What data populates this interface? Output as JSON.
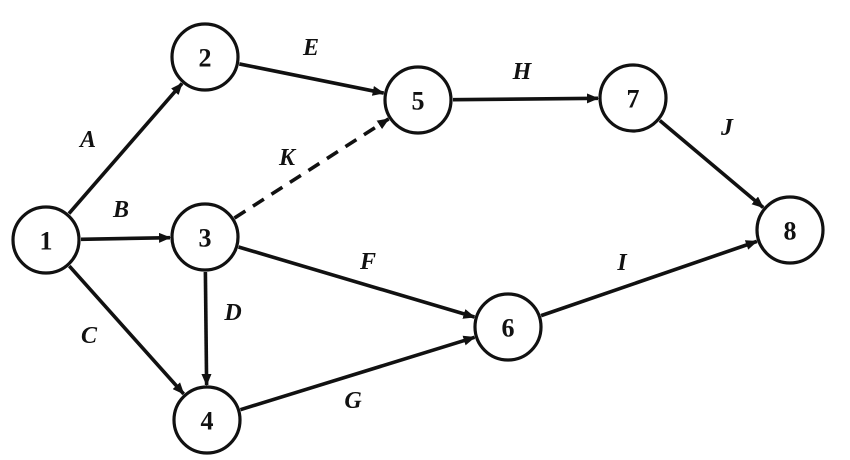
{
  "nodes": [
    {
      "id": "1",
      "label": "1"
    },
    {
      "id": "2",
      "label": "2"
    },
    {
      "id": "3",
      "label": "3"
    },
    {
      "id": "4",
      "label": "4"
    },
    {
      "id": "5",
      "label": "5"
    },
    {
      "id": "6",
      "label": "6"
    },
    {
      "id": "7",
      "label": "7"
    },
    {
      "id": "8",
      "label": "8"
    }
  ],
  "edges": [
    {
      "id": "A",
      "label": "A",
      "from": "1",
      "to": "2",
      "style": "solid"
    },
    {
      "id": "B",
      "label": "B",
      "from": "1",
      "to": "3",
      "style": "solid"
    },
    {
      "id": "C",
      "label": "C",
      "from": "1",
      "to": "4",
      "style": "solid"
    },
    {
      "id": "D",
      "label": "D",
      "from": "3",
      "to": "4",
      "style": "solid"
    },
    {
      "id": "E",
      "label": "E",
      "from": "2",
      "to": "5",
      "style": "solid"
    },
    {
      "id": "K",
      "label": "K",
      "from": "3",
      "to": "5",
      "style": "dashed"
    },
    {
      "id": "F",
      "label": "F",
      "from": "3",
      "to": "6",
      "style": "solid"
    },
    {
      "id": "G",
      "label": "G",
      "from": "4",
      "to": "6",
      "style": "solid"
    },
    {
      "id": "H",
      "label": "H",
      "from": "5",
      "to": "7",
      "style": "solid"
    },
    {
      "id": "J",
      "label": "J",
      "from": "7",
      "to": "8",
      "style": "solid"
    },
    {
      "id": "I",
      "label": "I",
      "from": "6",
      "to": "8",
      "style": "solid"
    }
  ],
  "colors": {
    "line": "#111111",
    "background": "#ffffff"
  }
}
